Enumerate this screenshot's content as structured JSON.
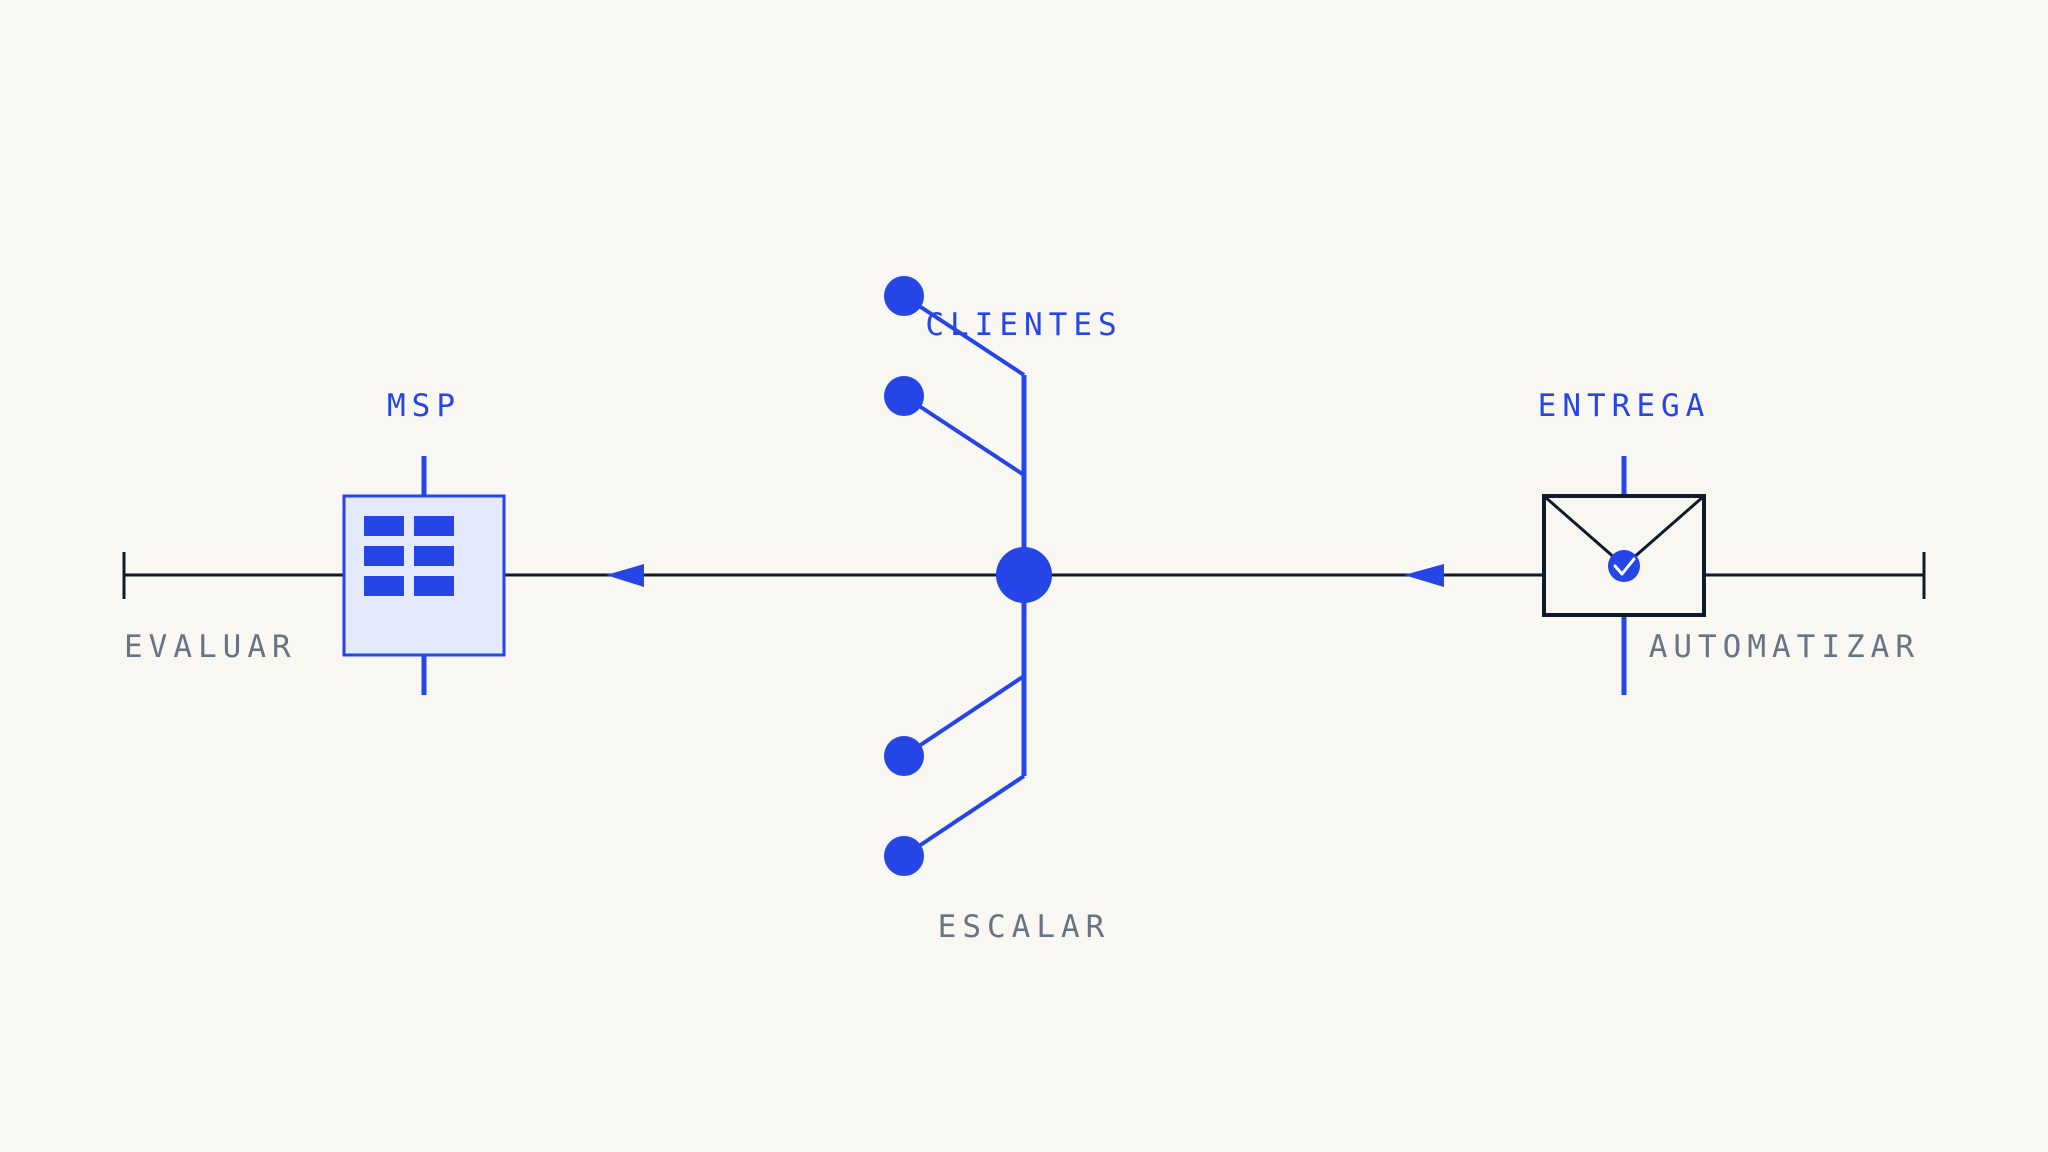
{
  "colors": {
    "background": "#f8f7f2",
    "accent": "#2545e6",
    "accent_fill": "#e4e9fc",
    "line_dark": "#0f1b2b",
    "muted_text": "#687384"
  },
  "labels": {
    "msp": "MSP",
    "clientes": "CLIENTES",
    "entrega": "ENTREGA",
    "evaluar": "EVALUAR",
    "escalar": "ESCALAR",
    "automatizar": "AUTOMATIZAR"
  },
  "icons": {
    "msp": "grid-building-icon",
    "entrega": "envelope-check-icon",
    "hub": "hub-node",
    "clients": "client-dot"
  },
  "client_count": 4
}
